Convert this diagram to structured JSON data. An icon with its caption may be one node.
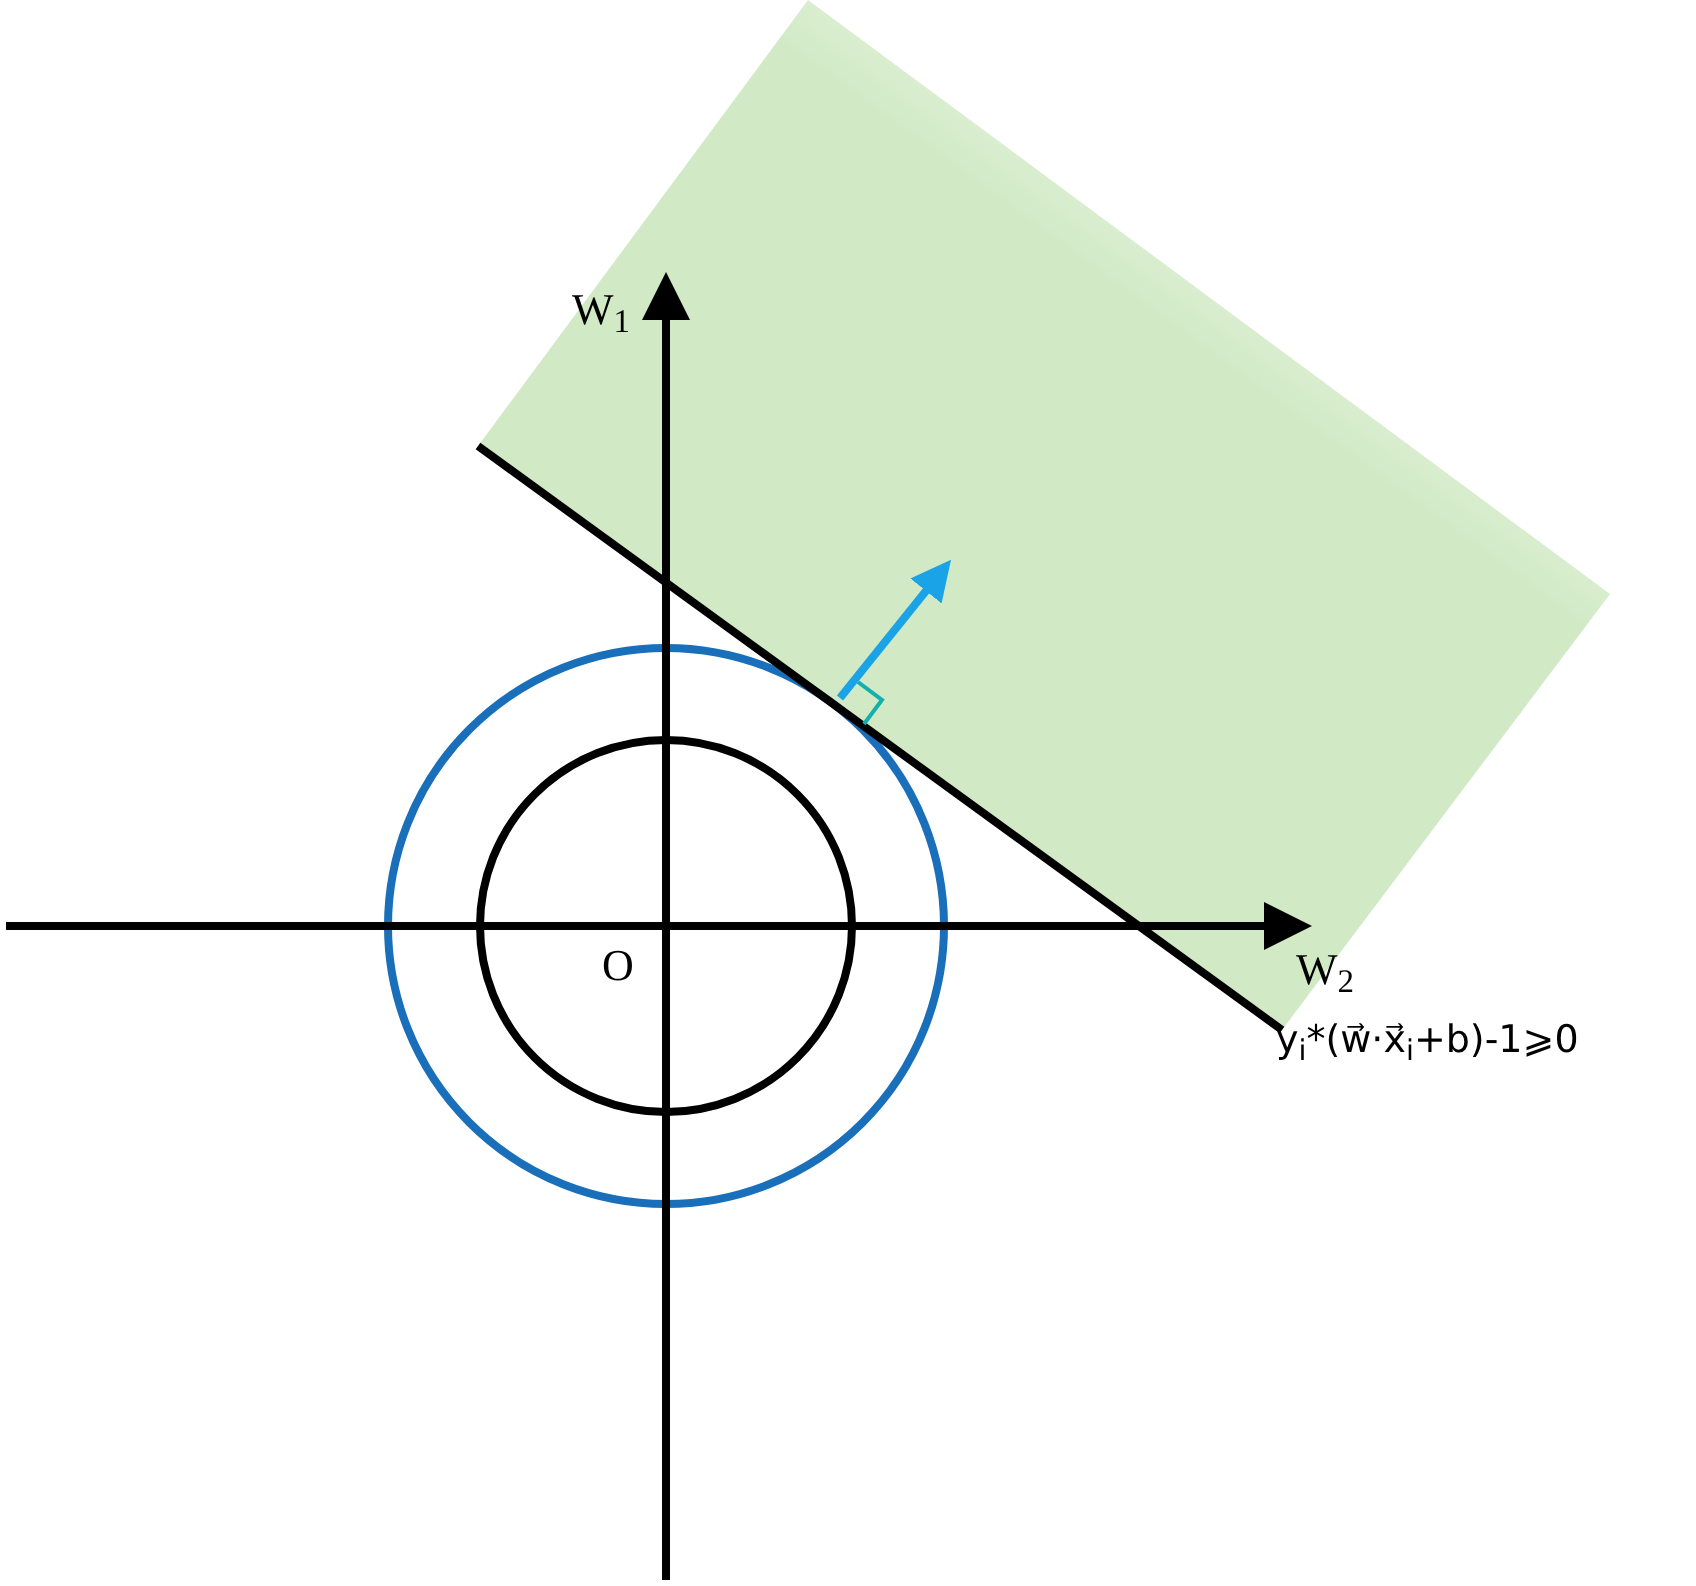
{
  "diagram": {
    "labels": [
      "W$_{1}$",
      "O",
      "W$_{2}$",
      "y$_{i}$*(w⃗·x⃗$_{i}$+b)-1⩾0"
    ]
  }
}
